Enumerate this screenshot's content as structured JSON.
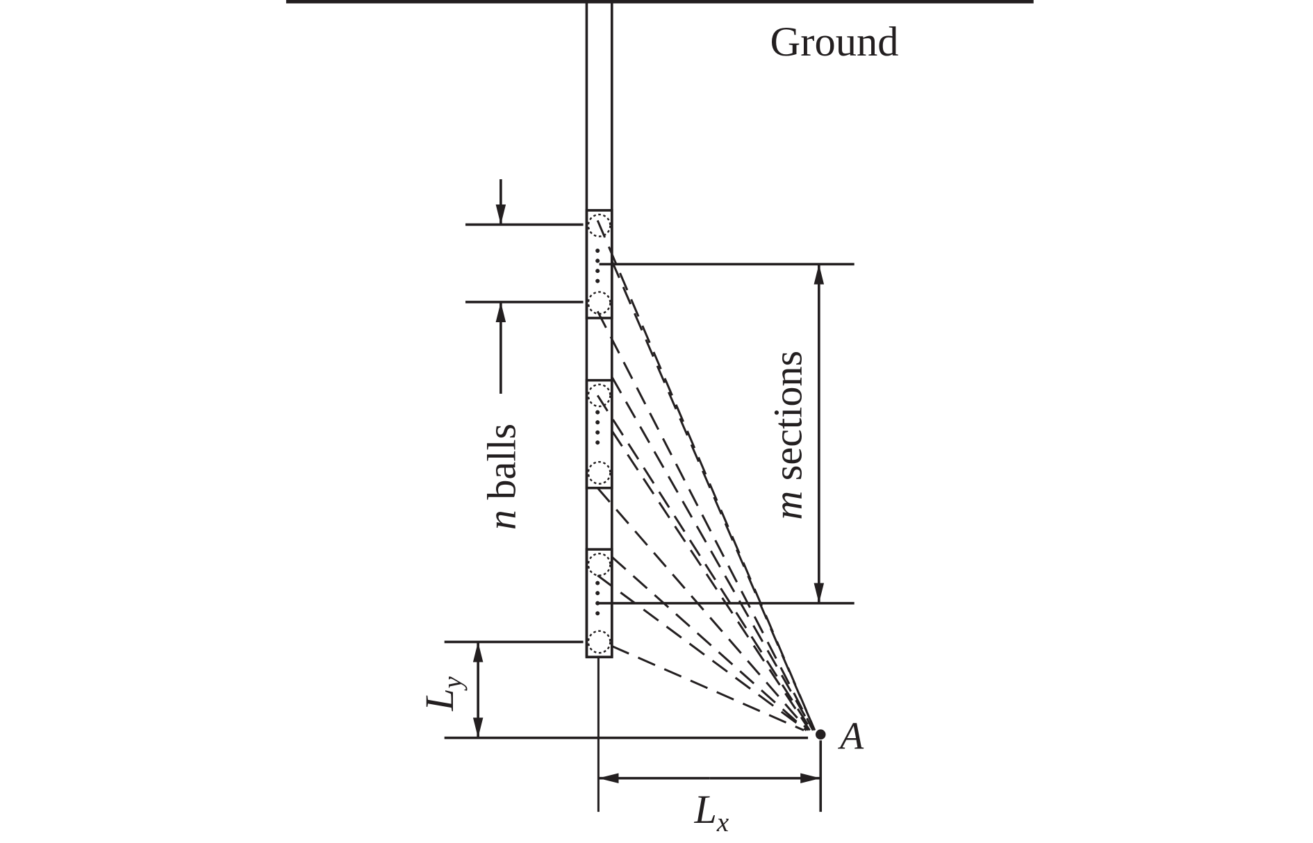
{
  "labels": {
    "ground": "Ground",
    "n_var": "n",
    "n_text": " balls",
    "m_var": "m",
    "m_text": " sections",
    "ly_main": "L",
    "ly_sub": "y",
    "lx_main": "L",
    "lx_sub": "x",
    "point": "A"
  },
  "colors": {
    "ink": "#231f20"
  }
}
